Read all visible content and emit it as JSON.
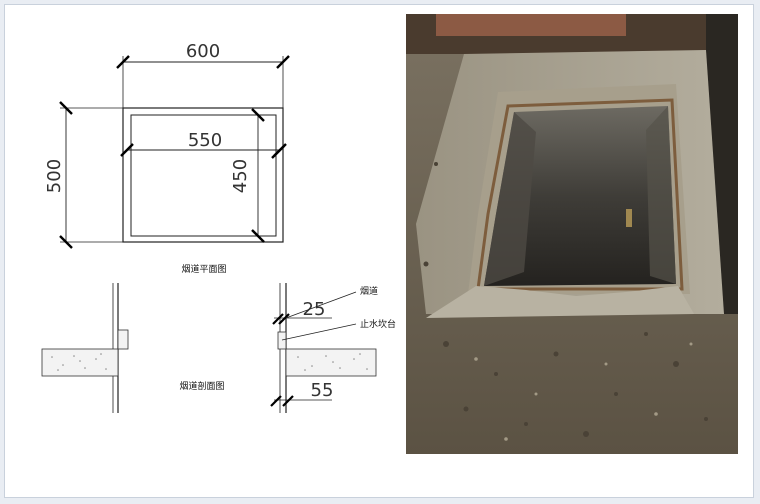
{
  "plan": {
    "dims": {
      "top_width": "600",
      "inner_width": "550",
      "left_height": "500",
      "right_height": "450"
    },
    "caption": "烟道平面图"
  },
  "section": {
    "caption": "烟道剖面图",
    "label_flue": "烟道",
    "label_curb": "止水坎台",
    "dim_upper": "25",
    "dim_lower": "55"
  },
  "photo": {
    "subject": "flue-opening-photo",
    "colors": {
      "concrete": "#8f8877",
      "dark_shaft": "#2b2824",
      "rubble": "#5e5446"
    }
  }
}
